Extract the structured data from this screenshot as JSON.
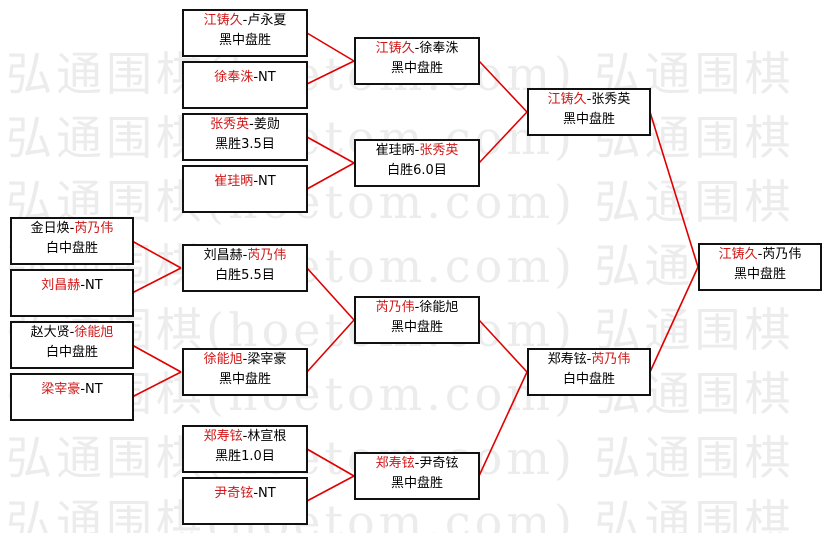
{
  "watermark": {
    "rows": [
      "弘通围棋(hoetom.com) 弘通围棋",
      "弘通围棋(hoetom.com) 弘通围棋",
      "弘通围棋(hoetom.com) 弘通围棋",
      "弘通围棋(hoetom.com) 弘通围棋",
      "弘通围棋(hoetom.com) 弘通围棋",
      "弘通围棋(hoetom.com) 弘通围棋",
      "弘通围棋(hoetom.com) 弘通围棋",
      "弘通围棋(hoetom.com) 弘通围棋"
    ]
  },
  "colors": {
    "winner": "#d01818",
    "connector": "#e00000",
    "border": "#111111"
  },
  "matches": {
    "r1_1": {
      "p1": "江铸久",
      "sep": "-",
      "p2": "卢永夏",
      "result": "黑中盘胜",
      "winner": 1
    },
    "r1_2": {
      "p1": "徐奉洙",
      "sep": "-",
      "p2": "NT",
      "result": "",
      "winner": 1
    },
    "r1_3": {
      "p1": "张秀英",
      "sep": "-",
      "p2": "姜勋",
      "result": "黑胜3.5目",
      "winner": 1
    },
    "r1_4": {
      "p1": "崔珪昞",
      "sep": "-",
      "p2": "NT",
      "result": "",
      "winner": 1
    },
    "r1_5": {
      "p1": "金日焕",
      "sep": "-",
      "p2": "芮乃伟",
      "result": "白中盘胜",
      "winner": 2
    },
    "r1_6": {
      "p1": "刘昌赫",
      "sep": "-",
      "p2": "NT",
      "result": "",
      "winner": 1
    },
    "r1_7": {
      "p1": "赵大贤",
      "sep": "-",
      "p2": "徐能旭",
      "result": "白中盘胜",
      "winner": 2
    },
    "r1_8": {
      "p1": "梁宰豪",
      "sep": "-",
      "p2": "NT",
      "result": "",
      "winner": 1
    },
    "r2_1": {
      "p1": "刘昌赫",
      "sep": "-",
      "p2": "芮乃伟",
      "result": "白胜5.5目",
      "winner": 2
    },
    "r2_2": {
      "p1": "徐能旭",
      "sep": "-",
      "p2": "梁宰豪",
      "result": "黑中盘胜",
      "winner": 1
    },
    "r2_3": {
      "p1": "郑寿铉",
      "sep": "-",
      "p2": "林宣根",
      "result": "黑胜1.0目",
      "winner": 1
    },
    "r2_4": {
      "p1": "尹奇铉",
      "sep": "-",
      "p2": "NT",
      "result": "",
      "winner": 1
    },
    "qf_1": {
      "p1": "江铸久",
      "sep": "-",
      "p2": "徐奉洙",
      "result": "黑中盘胜",
      "winner": 1
    },
    "qf_2": {
      "p1": "崔珪昞",
      "sep": "-",
      "p2": "张秀英",
      "result": "白胜6.0目",
      "winner": 2
    },
    "qf_3": {
      "p1": "芮乃伟",
      "sep": "-",
      "p2": "徐能旭",
      "result": "黑中盘胜",
      "winner": 1
    },
    "qf_4": {
      "p1": "郑寿铉",
      "sep": "-",
      "p2": "尹奇铉",
      "result": "黑中盘胜",
      "winner": 1
    },
    "sf_1": {
      "p1": "江铸久",
      "sep": "-",
      "p2": "张秀英",
      "result": "黑中盘胜",
      "winner": 1
    },
    "sf_2": {
      "p1": "郑寿铉",
      "sep": "-",
      "p2": "芮乃伟",
      "result": "白中盘胜",
      "winner": 2
    },
    "final": {
      "p1": "江铸久",
      "sep": "-",
      "p2": "芮乃伟",
      "result": "黑中盘胜",
      "winner": 1
    }
  }
}
